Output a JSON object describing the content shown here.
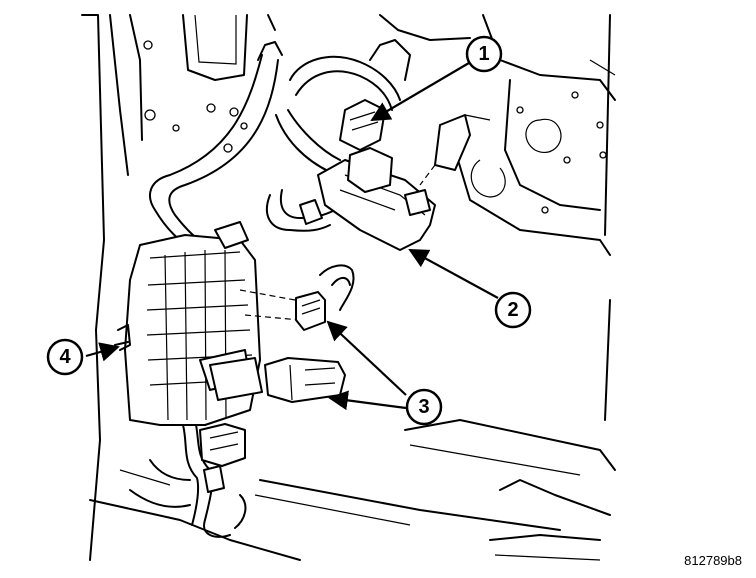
{
  "callouts": [
    {
      "label": "1"
    },
    {
      "label": "2"
    },
    {
      "label": "3"
    },
    {
      "label": "4"
    }
  ],
  "figure_id": "812789b8"
}
